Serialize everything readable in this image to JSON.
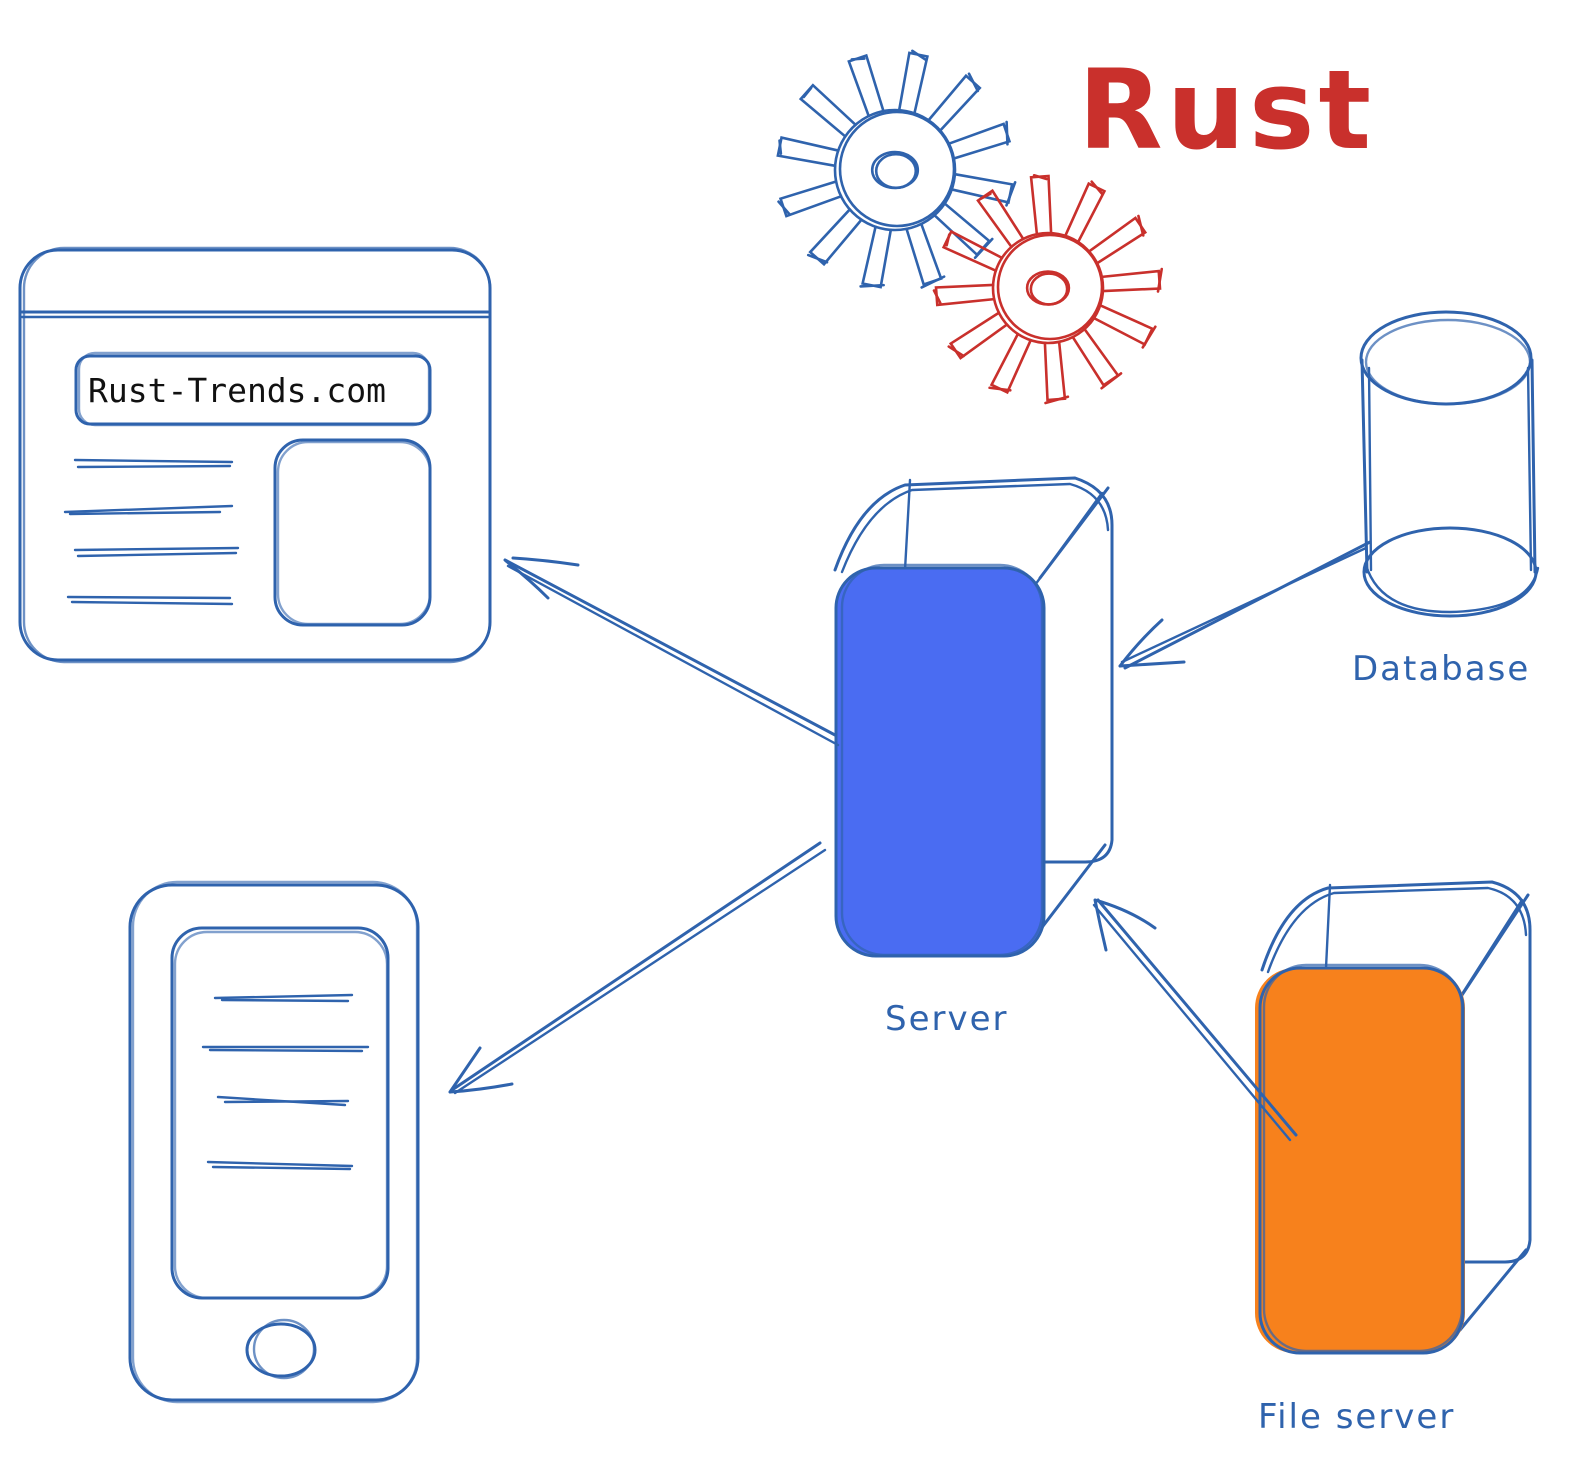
{
  "diagram": {
    "brand_text": "Rust",
    "browser_url": "Rust-Trends.com",
    "labels": {
      "server": "Server",
      "database": "Database",
      "file_server": "File server"
    },
    "colors": {
      "stroke": "#2f63ad",
      "brand_red": "#c9302c",
      "server_fill": "#4a6cf2",
      "file_server_fill": "#f7811c"
    },
    "connections": [
      {
        "from": "server",
        "to": "browser-window"
      },
      {
        "from": "server",
        "to": "mobile-phone"
      },
      {
        "from": "database",
        "to": "server"
      },
      {
        "from": "file-server",
        "to": "server"
      }
    ]
  }
}
